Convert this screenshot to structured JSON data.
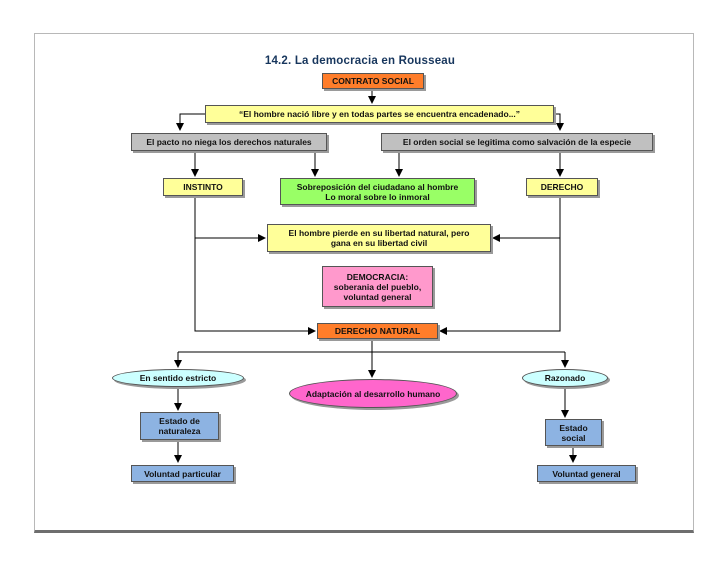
{
  "title": "14.2. La democracia en Rousseau",
  "nodes": {
    "contrato": "CONTRATO SOCIAL",
    "quote": "“El hombre nació libre y en todas partes se encuentra encadenado...”",
    "pacto": "El pacto no niega los derechos naturales",
    "orden": "El orden social se legitima como salvación de la especie",
    "instinto": "INSTINTO",
    "sobreposicion": "Sobreposición del ciudadano al hombre\nLo moral sobre lo inmoral",
    "derecho": "DERECHO",
    "pierde": "El hombre pierde en su libertad natural, pero\ngana en su libertad civil",
    "democracia": "DEMOCRACIA:\nsoberania del pueblo,\nvoluntad general",
    "derecho_natural": "DERECHO NATURAL",
    "estricto": "En sentido estricto",
    "adaptacion": "Adaptación al desarrollo humano",
    "razonado": "Razonado",
    "estado_naturaleza": "Estado de\nnaturaleza",
    "estado_social": "Estado\nsocial",
    "voluntad_particular": "Voluntad particular",
    "voluntad_general": "Voluntad general"
  },
  "colors": {
    "orange": "#ff7d2a",
    "yellow": "#ffff99",
    "gray": "#c0c0c0",
    "green": "#99ff66",
    "pink": "#ff99cc",
    "cyan": "#ccffff",
    "magenta": "#ff66cc",
    "blue": "#8db3e2"
  }
}
